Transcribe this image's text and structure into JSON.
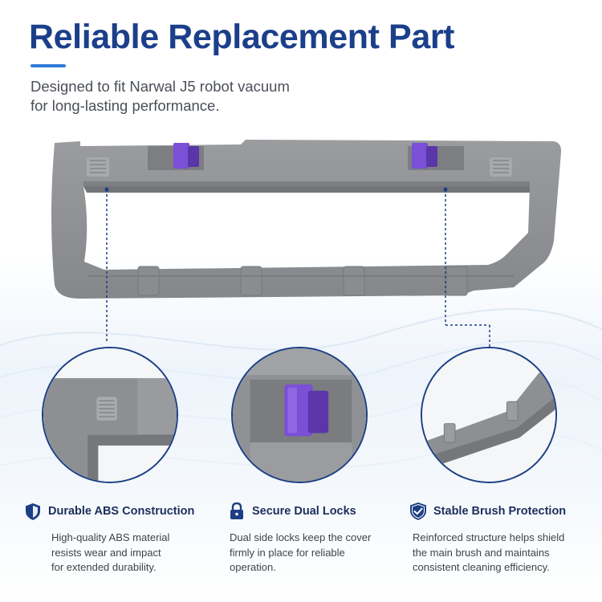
{
  "header": {
    "title": "Reliable Replacement Part",
    "subtitle_line1": "Designed to fit Narwal J5 robot vacuum",
    "subtitle_line2": "for long-lasting performance."
  },
  "features": [
    {
      "icon": "shield-icon",
      "title": "Durable ABS Construction",
      "desc_line1": "High-quality ABS material",
      "desc_line2": "resists wear and impact",
      "desc_line3": "for extended durability."
    },
    {
      "icon": "lock-icon",
      "title": "Secure Dual Locks",
      "desc_line1": "Dual side locks keep the cover",
      "desc_line2": "firmly in place for reliable",
      "desc_line3": "operation."
    },
    {
      "icon": "shield-check-icon",
      "title": "Stable Brush Protection",
      "desc_line1": "Reinforced structure helps shield",
      "desc_line2": "the main brush and maintains",
      "desc_line3": "consistent cleaning efficiency."
    }
  ],
  "colors": {
    "title": "#1b3f8a",
    "accent": "#2f7bd6",
    "circle_border": "#1d3f84",
    "part_gray": "#8d8f93",
    "lock_purple": "#7b4fd6"
  }
}
